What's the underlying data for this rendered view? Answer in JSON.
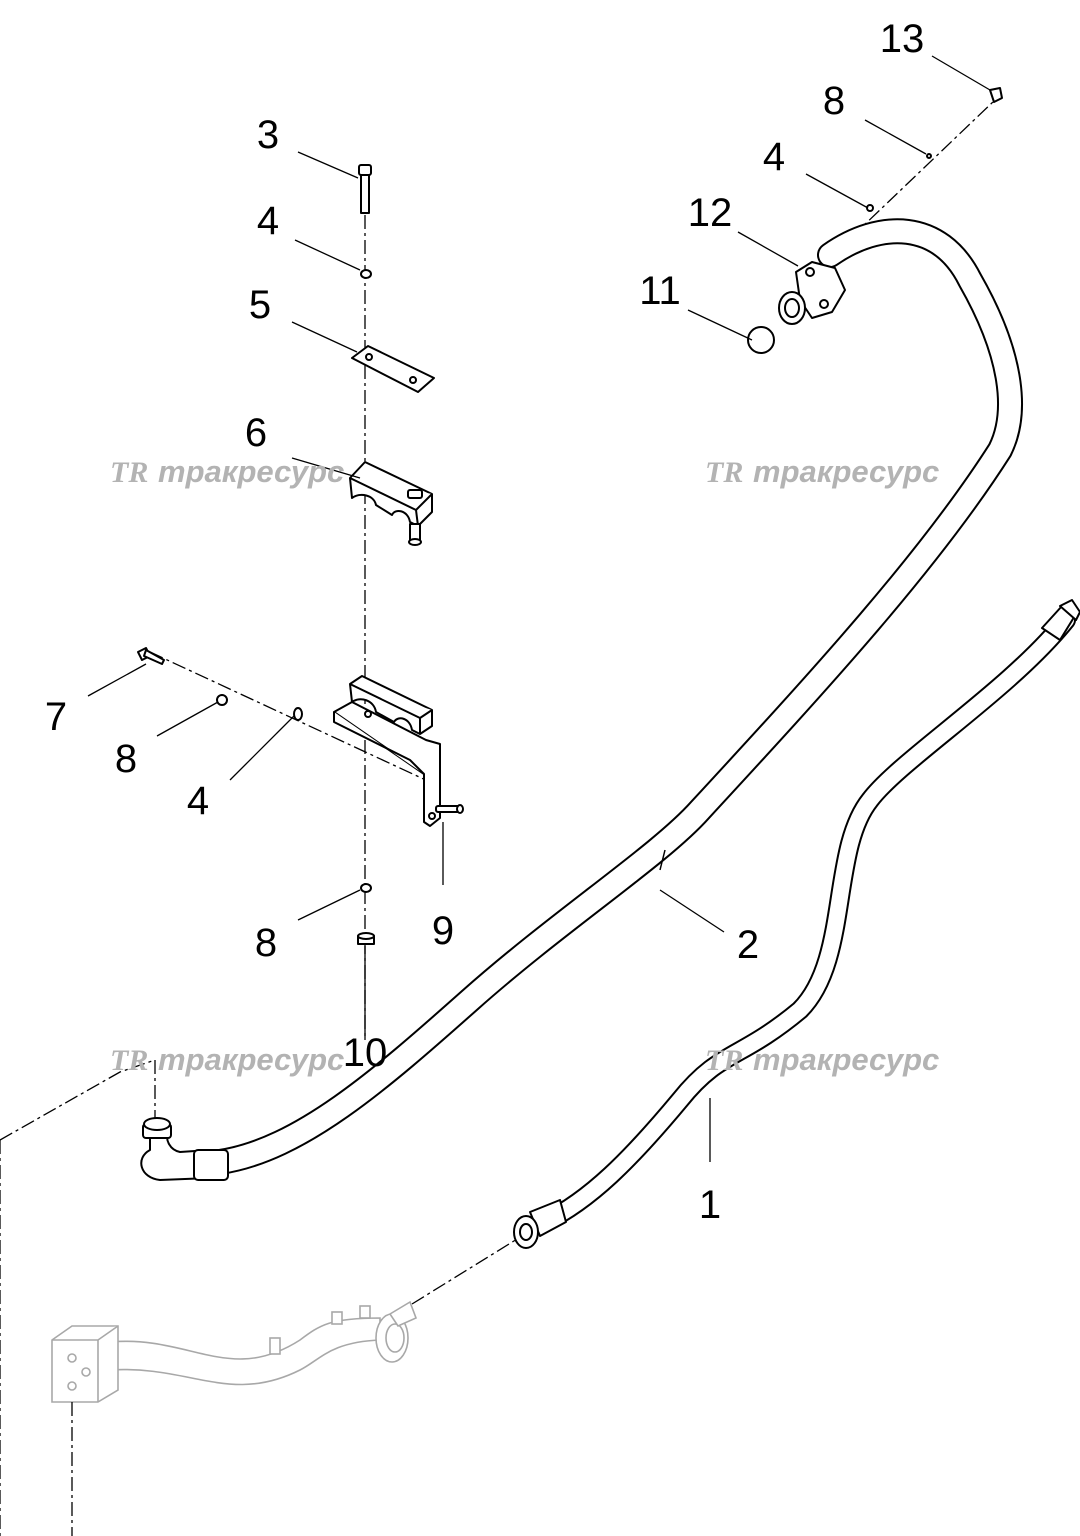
{
  "diagram": {
    "watermark": {
      "logo": "TR",
      "text": "тракресурс"
    },
    "callouts": [
      {
        "id": "c1",
        "label": "1"
      },
      {
        "id": "c2",
        "label": "2"
      },
      {
        "id": "c3",
        "label": "3"
      },
      {
        "id": "c4a",
        "label": "4"
      },
      {
        "id": "c4b",
        "label": "4"
      },
      {
        "id": "c4c",
        "label": "4"
      },
      {
        "id": "c5",
        "label": "5"
      },
      {
        "id": "c6",
        "label": "6"
      },
      {
        "id": "c7",
        "label": "7"
      },
      {
        "id": "c8a",
        "label": "8"
      },
      {
        "id": "c8b",
        "label": "8"
      },
      {
        "id": "c8c",
        "label": "8"
      },
      {
        "id": "c9",
        "label": "9"
      },
      {
        "id": "c10",
        "label": "10"
      },
      {
        "id": "c11",
        "label": "11"
      },
      {
        "id": "c12",
        "label": "12"
      },
      {
        "id": "c13",
        "label": "13"
      }
    ]
  }
}
